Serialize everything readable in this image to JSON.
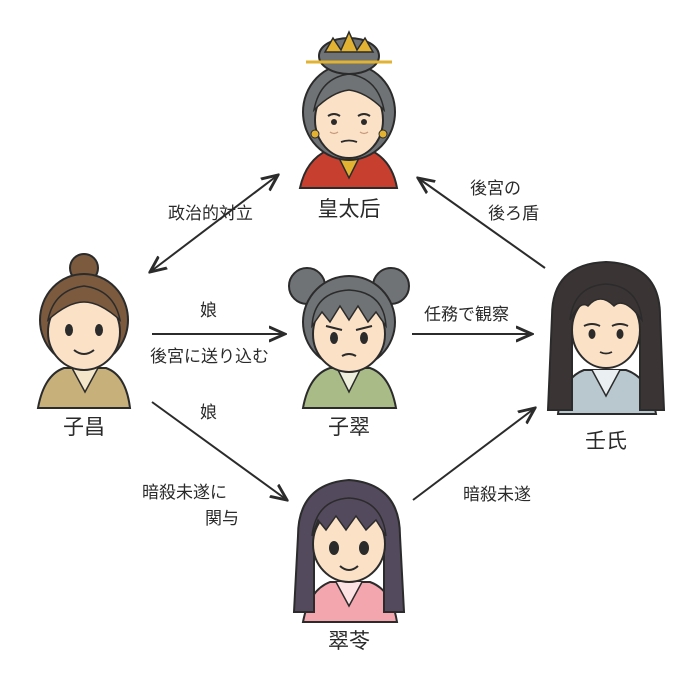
{
  "characters": {
    "kotaigo": {
      "name": "皇太后"
    },
    "shisho": {
      "name": "子昌"
    },
    "shisui": {
      "name": "子翠"
    },
    "jinshi": {
      "name": "壬氏"
    },
    "suirei": {
      "name": "翠苓"
    }
  },
  "relations": {
    "political": "政治的対立",
    "daughter1": "娘",
    "sendin": "後宮に送り込む",
    "daughter2": "娘",
    "assassin_left_1": "暗殺未遂に",
    "assassin_left_2": "関与",
    "mission": "任務で観察",
    "backer_1": "後宮の",
    "backer_2": "後ろ盾",
    "assassin_right": "暗殺未遂"
  },
  "colors": {
    "line": "#2b2b2b",
    "skin": "#fbe1c6",
    "hair_brown": "#7b5a3e",
    "hair_grey": "#6f7375",
    "hair_dark": "#3b3435",
    "hair_purple": "#544a5e",
    "robe_red": "#c7402f",
    "robe_olive": "#c8b07a",
    "robe_green": "#a9bc88",
    "robe_blue": "#b9c7cf",
    "robe_pink": "#f3a6ad",
    "gold": "#e2b233"
  }
}
